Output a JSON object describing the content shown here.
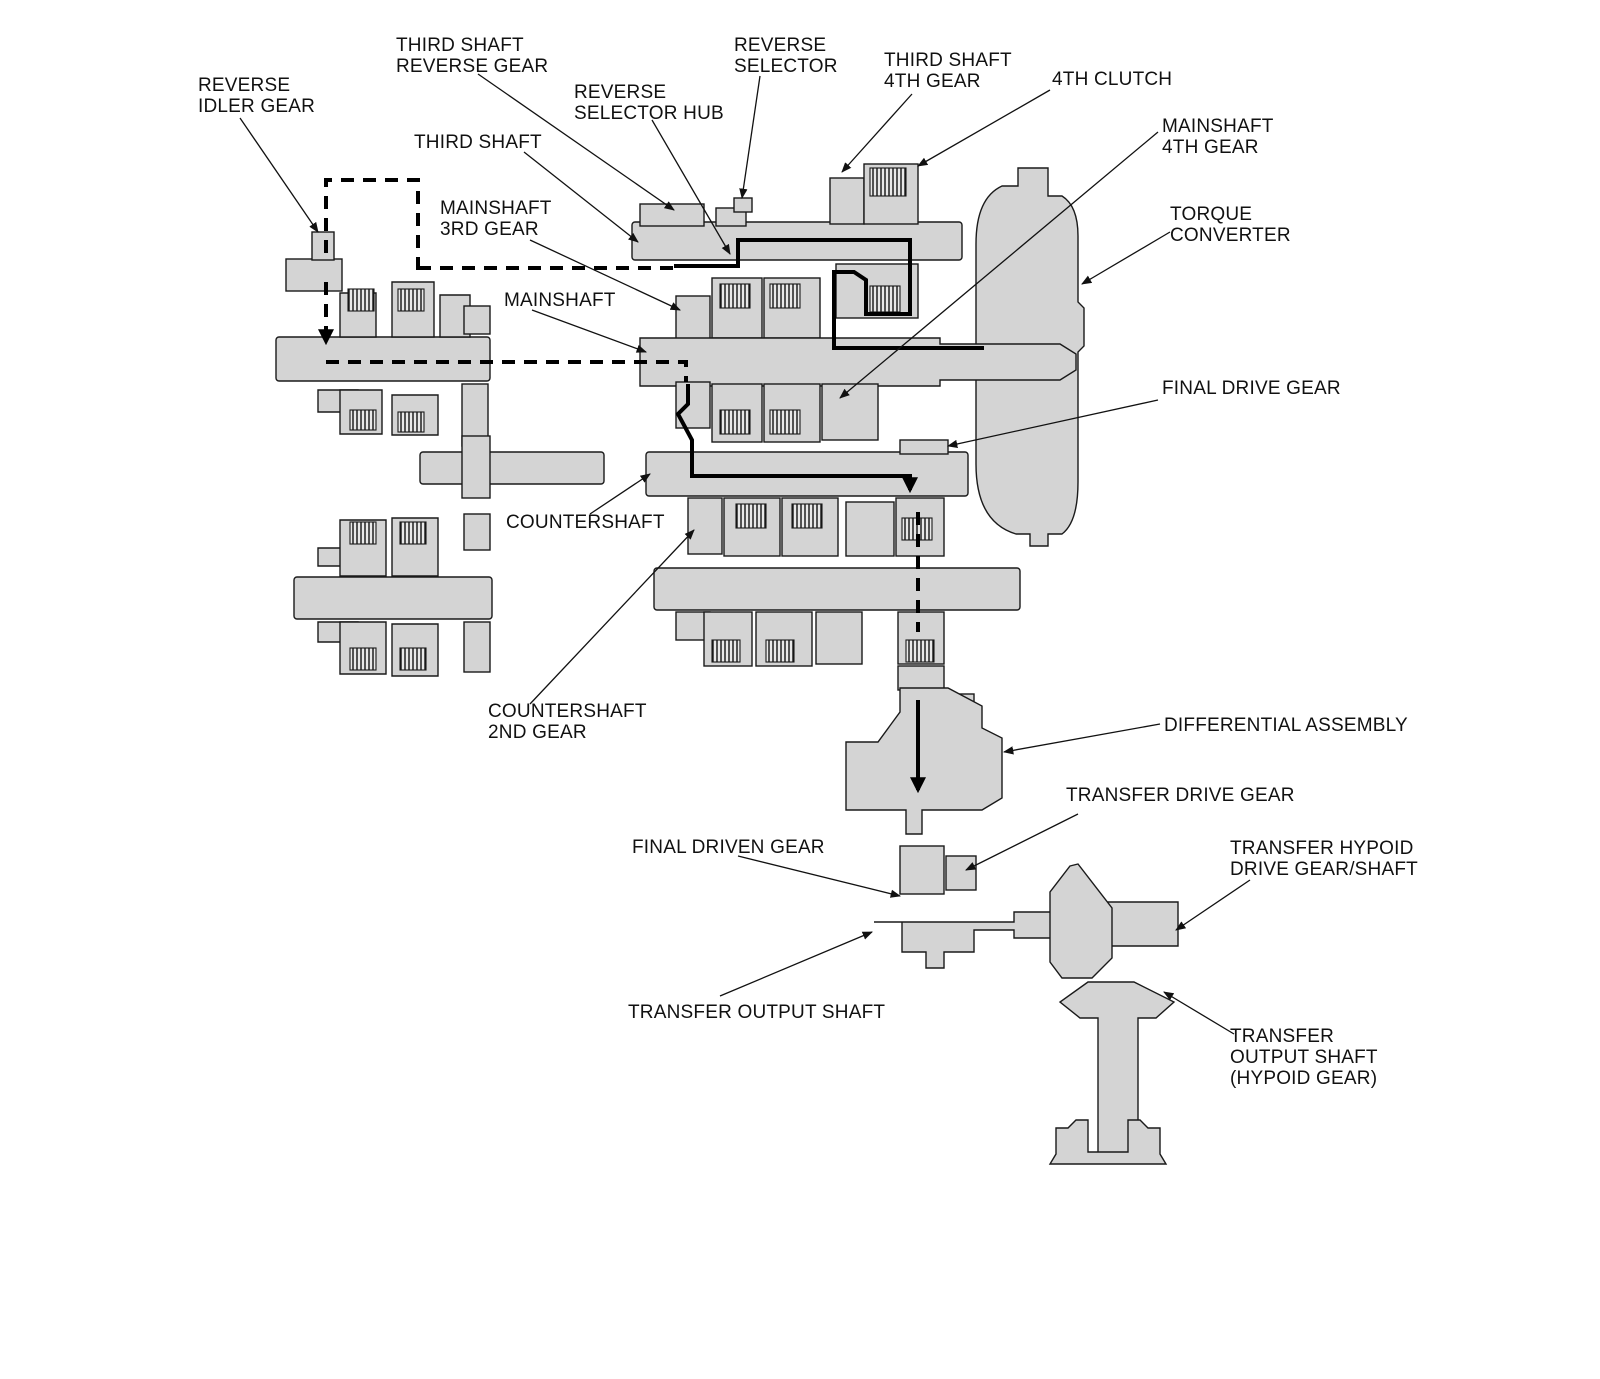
{
  "labels": {
    "reverse_idler_gear": [
      "REVERSE",
      "IDLER GEAR"
    ],
    "third_shaft_reverse_gear": [
      "THIRD SHAFT",
      "REVERSE GEAR"
    ],
    "reverse_selector": [
      "REVERSE",
      "SELECTOR"
    ],
    "reverse_selector_hub": [
      "REVERSE",
      "SELECTOR HUB"
    ],
    "third_shaft_4th_gear": [
      "THIRD SHAFT",
      "4TH GEAR"
    ],
    "fourth_clutch": [
      "4TH CLUTCH"
    ],
    "mainshaft_4th_gear": [
      "MAINSHAFT",
      "4TH GEAR"
    ],
    "third_shaft": [
      "THIRD SHAFT"
    ],
    "torque_converter": [
      "TORQUE",
      "CONVERTER"
    ],
    "mainshaft_3rd_gear": [
      "MAINSHAFT",
      "3RD GEAR"
    ],
    "mainshaft": [
      "MAINSHAFT"
    ],
    "final_drive_gear": [
      "FINAL DRIVE GEAR"
    ],
    "countershaft": [
      "COUNTERSHAFT"
    ],
    "countershaft_2nd_gear": [
      "COUNTERSHAFT",
      "2ND GEAR"
    ],
    "differential_assembly": [
      "DIFFERENTIAL ASSEMBLY"
    ],
    "transfer_drive_gear": [
      "TRANSFER DRIVE GEAR"
    ],
    "final_driven_gear": [
      "FINAL DRIVEN GEAR"
    ],
    "transfer_hypoid_drive_gear_shaft": [
      "TRANSFER HYPOID",
      "DRIVE GEAR/SHAFT"
    ],
    "transfer_output_shaft": [
      "TRANSFER OUTPUT SHAFT"
    ],
    "transfer_output_shaft_hypoid_gear": [
      "TRANSFER",
      "OUTPUT SHAFT",
      "(HYPOID GEAR)"
    ]
  }
}
